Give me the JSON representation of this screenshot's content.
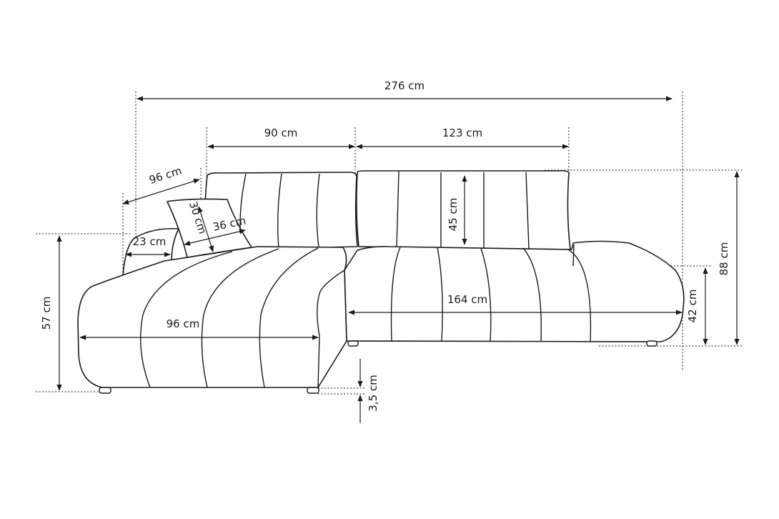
{
  "dimensions": {
    "total_width": "276 cm",
    "back_left": "90 cm",
    "back_right": "123 cm",
    "chaise_depth": "96 cm",
    "pillow_height": "30 cm",
    "pillow_width": "36 cm",
    "armrest_width": "23 cm",
    "seat_height_chaise": "57 cm",
    "chaise_width": "96 cm",
    "backrest_height": "45 cm",
    "sofa_depth": "164 cm",
    "seat_height": "42 cm",
    "total_height": "88 cm",
    "leg_height": "3,5 cm"
  }
}
